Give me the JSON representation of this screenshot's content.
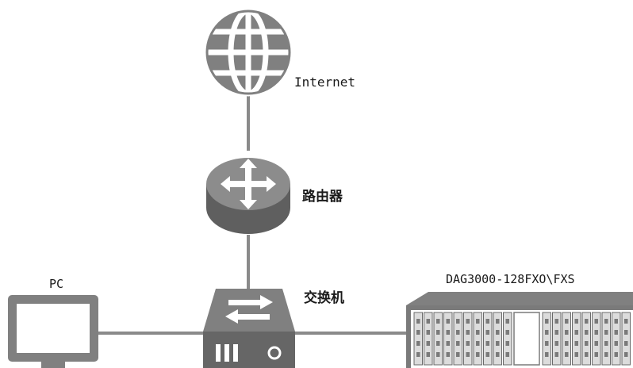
{
  "nodes": {
    "internet": {
      "label": "Internet",
      "icon": "globe-icon"
    },
    "router": {
      "label": "路由器",
      "icon": "router-icon"
    },
    "switch": {
      "label": "交换机",
      "icon": "switch-icon"
    },
    "pc": {
      "label": "PC",
      "icon": "monitor-icon"
    },
    "gateway": {
      "label": "DAG3000-128FXO\\FXS",
      "icon": "gateway-chassis-icon"
    }
  },
  "links": [
    {
      "from": "internet",
      "to": "router"
    },
    {
      "from": "router",
      "to": "switch"
    },
    {
      "from": "pc",
      "to": "switch"
    },
    {
      "from": "switch",
      "to": "gateway"
    }
  ],
  "colors": {
    "icon": "#808080",
    "icon_dark": "#5f5f5f",
    "line": "#8a8a8a",
    "text": "#1a1a1a"
  }
}
